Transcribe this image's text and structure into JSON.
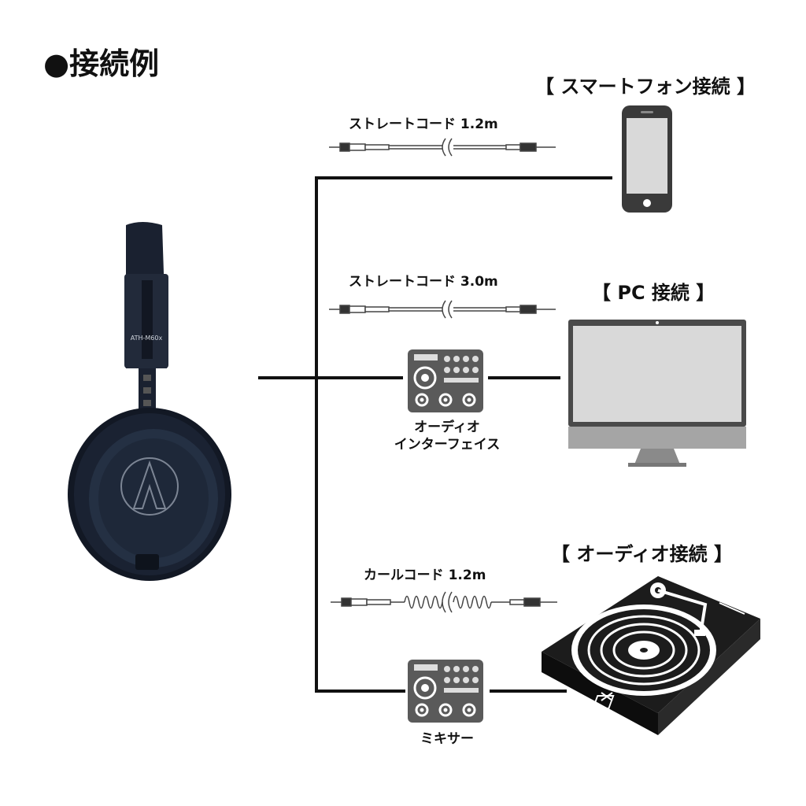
{
  "title": "●接続例",
  "product": {
    "model_label": "ATH-M60x"
  },
  "sections": {
    "smartphone": {
      "heading": "【 スマートフォン接続 】",
      "cable": "ストレートコード 1.2m"
    },
    "pc": {
      "heading": "【 PC 接続 】",
      "cable": "ストレートコード 3.0m",
      "device_line1": "オーディオ",
      "device_line2": "インターフェイス"
    },
    "audio": {
      "heading": "【 オーディオ接続 】",
      "cable": "カールコード 1.2m",
      "device": "ミキサー"
    }
  },
  "icons": [
    "headphones-icon",
    "smartphone-icon",
    "monitor-icon",
    "turntable-icon",
    "audio-interface-icon",
    "mixer-icon",
    "straight-cable-icon",
    "coiled-cable-icon"
  ],
  "colors": {
    "line": "#111111",
    "device_gray": "#5a5a5a",
    "screen_gray": "#d9d9d9",
    "headphone": "#1c2432"
  }
}
